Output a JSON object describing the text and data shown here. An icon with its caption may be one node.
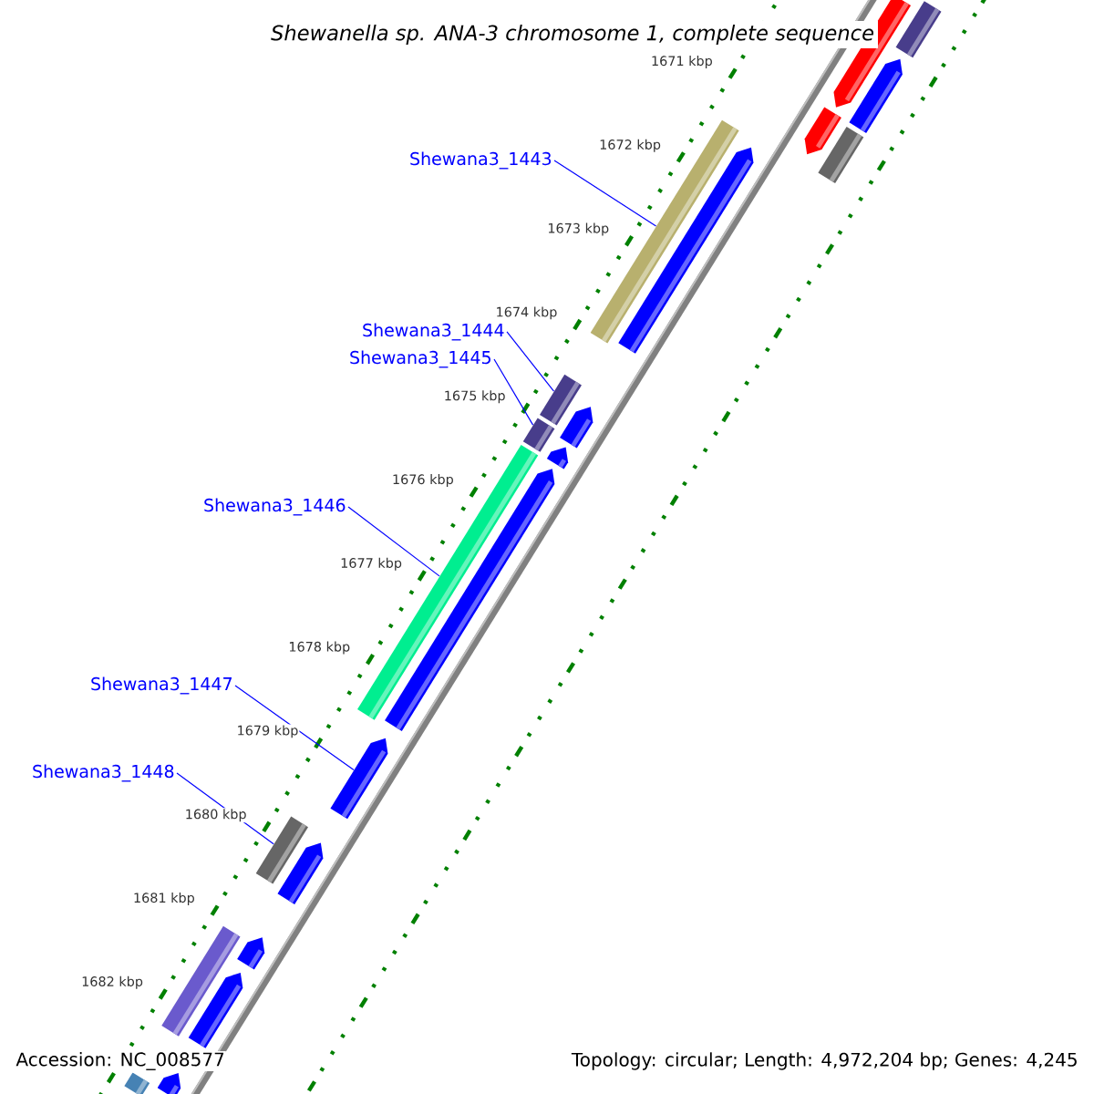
{
  "diagram": {
    "title": "Shewanella sp. ANA-3 chromosome 1, complete sequence",
    "nodes": [
      {
        "text": [
          "Shewana3_1443"
        ]
      },
      {
        "text": [],
        "shape": "bar"
      },
      {
        "text": [
          "Shewana3_1444"
        ]
      },
      {
        "text": [],
        "shape": "bar"
      },
      {
        "text": [
          "Shewana3_1445"
        ]
      },
      {
        "text": [],
        "shape": "bar"
      },
      {
        "text": [
          "Shewana3_1446"
        ]
      },
      {
        "text": [],
        "shape": "bar"
      },
      {
        "text": [
          "Shewana3_1447"
        ]
      },
      {
        "text": [],
        "shape": "arrow"
      },
      {
        "text": [
          "Shewana3_1448"
        ]
      },
      {
        "text": [],
        "shape": "bar"
      },
      {
        "text": [],
        "shape": "arrow"
      },
      {
        "text": [],
        "shape": "bar"
      },
      {
        "text": [],
        "shape": "arrow"
      },
      {
        "text": [],
        "shape": "arrow"
      },
      {
        "text": [],
        "shape": "bar"
      },
      {
        "text": [],
        "shape": "arrow"
      },
      {
        "text": [],
        "shape": "arrow"
      },
      {
        "text": [],
        "shape": "arrow"
      },
      {
        "text": [],
        "shape": "arrow"
      },
      {
        "text": [],
        "shape": "arrow"
      },
      {
        "text": [],
        "shape": "bar"
      },
      {
        "text": [],
        "shape": "arrow"
      },
      {
        "text": [],
        "shape": "arrow"
      },
      {
        "text": [],
        "shape": "bar"
      },
      {
        "text": [],
        "shape": "arrow"
      }
    ],
    "edges": [
      {
        "from": 0,
        "to": 1,
        "arrow": "none"
      },
      {
        "from": 2,
        "to": 3,
        "arrow": "none"
      },
      {
        "from": 4,
        "to": 5,
        "arrow": "none"
      },
      {
        "from": 6,
        "to": 7,
        "arrow": "none"
      },
      {
        "from": 8,
        "to": 9,
        "arrow": "none"
      },
      {
        "from": 10,
        "to": 11,
        "arrow": "none"
      }
    ],
    "labels": [
      "1671 kbp",
      "1672 kbp",
      "1673 kbp",
      "1674 kbp",
      "1675 kbp",
      "1676 kbp",
      "1677 kbp",
      "1678 kbp",
      "1679 kbp",
      "1680 kbp",
      "1681 kbp",
      "1682 kbp",
      "Accession: NC_008577",
      "Topology: circular; Length: 4,972,204 bp; Genes: 4,245"
    ]
  }
}
